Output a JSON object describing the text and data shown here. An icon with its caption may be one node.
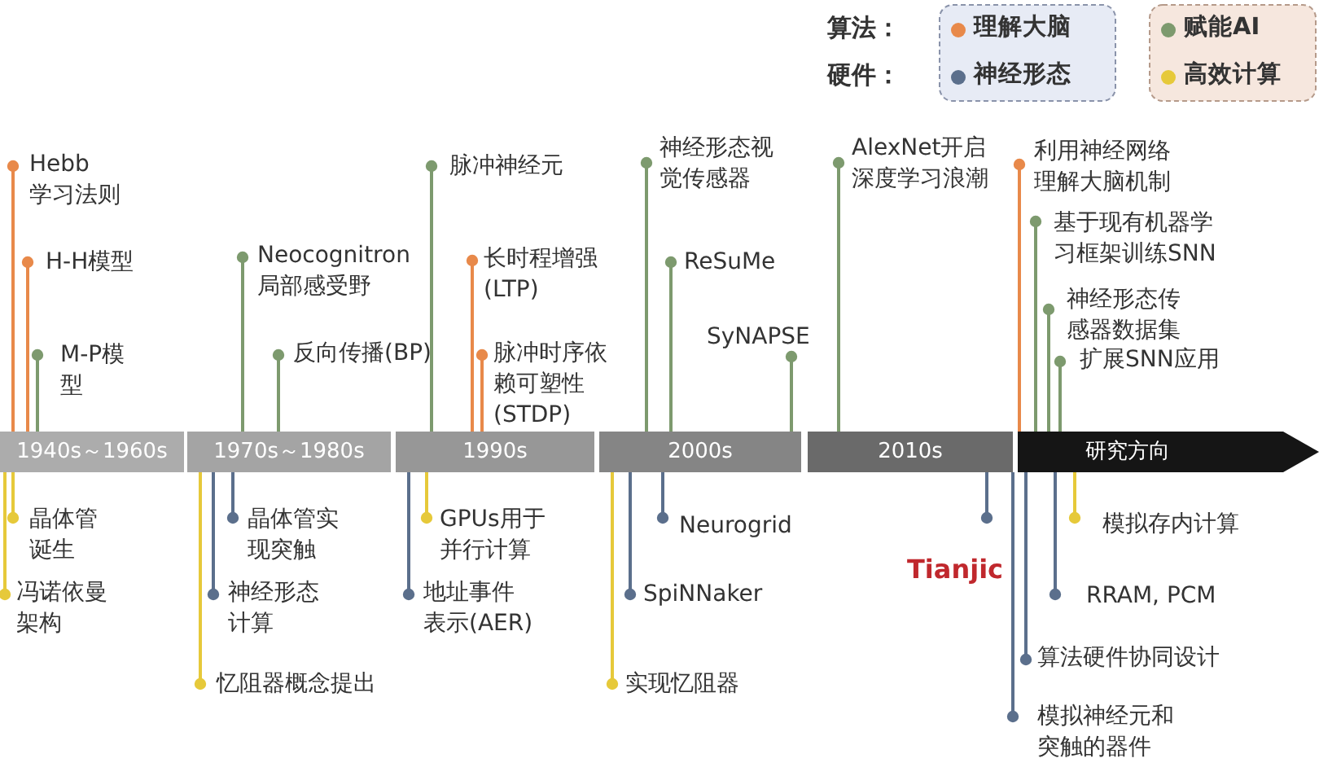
{
  "diagram": {
    "nodes": [
      {
        "text": [
          "1940s～1960s"
        ]
      },
      {
        "text": [
          "1970s～1980s"
        ]
      },
      {
        "text": [
          "1990s"
        ]
      },
      {
        "text": [
          "2000s"
        ]
      },
      {
        "text": [
          "2010s"
        ]
      },
      {
        "text": [
          "研究方向"
        ]
      },
      {
        "text": [
          "Hebb 学习法则"
        ]
      },
      {
        "text": [
          "H-H模型"
        ]
      },
      {
        "text": [
          "M-P模型"
        ]
      },
      {
        "text": [
          "Neocognitron 局部感受野"
        ]
      },
      {
        "text": [
          "反向传播(BP)"
        ]
      },
      {
        "text": [
          "脉冲神经元"
        ]
      },
      {
        "text": [
          "长时程增强(LTP)"
        ]
      },
      {
        "text": [
          "脉冲时序依赖可塑性(STDP)"
        ]
      },
      {
        "text": [
          "神经形态视觉传感器"
        ]
      },
      {
        "text": [
          "ReSuMe"
        ]
      },
      {
        "text": [
          "SyNAPSE"
        ]
      },
      {
        "text": [
          "AlexNet开启深度学习浪潮"
        ]
      },
      {
        "text": [
          "利用神经网络理解大脑机制"
        ]
      },
      {
        "text": [
          "基于现有机器学习框架训练SNN"
        ]
      },
      {
        "text": [
          "神经形态传感器数据集"
        ]
      },
      {
        "text": [
          "扩展SNN应用"
        ]
      },
      {
        "text": [
          "晶体管诞生"
        ]
      },
      {
        "text": [
          "冯诺依曼架构"
        ]
      },
      {
        "text": [
          "晶体管实现突触"
        ]
      },
      {
        "text": [
          "神经形态计算"
        ]
      },
      {
        "text": [
          "忆阻器概念提出"
        ]
      },
      {
        "text": [
          "GPUs用于并行计算"
        ]
      },
      {
        "text": [
          "地址事件表示(AER)"
        ]
      },
      {
        "text": [
          "Neurogrid"
        ]
      },
      {
        "text": [
          "SpiNNaker"
        ]
      },
      {
        "text": [
          "实现忆阻器"
        ]
      },
      {
        "text": [
          "Tianjic"
        ]
      },
      {
        "text": [
          "模拟存内计算"
        ]
      },
      {
        "text": [
          "RRAM, PCM"
        ]
      },
      {
        "text": [
          "算法硬件协同设计"
        ]
      },
      {
        "text": [
          "模拟神经元和突触的器件"
        ]
      }
    ],
    "edges": [
      {
        "from": 6,
        "to": 0,
        "arrow": "other",
        "color": "#e8894a"
      },
      {
        "from": 7,
        "to": 0,
        "arrow": "other",
        "color": "#e8894a"
      },
      {
        "from": 8,
        "to": 0,
        "arrow": "other"
      },
      {
        "from": 9,
        "to": 1,
        "arrow": "other"
      },
      {
        "from": 10,
        "to": 1,
        "arrow": "other"
      },
      {
        "from": 11,
        "to": 2,
        "arrow": "other"
      },
      {
        "from": 12,
        "to": 2,
        "arrow": "other",
        "color": "#e8894a"
      },
      {
        "from": 13,
        "to": 2,
        "arrow": "other",
        "color": "#e8894a"
      },
      {
        "from": 14,
        "to": 3,
        "arrow": "other"
      },
      {
        "from": 15,
        "to": 3,
        "arrow": "other"
      },
      {
        "from": 16,
        "to": 3,
        "arrow": "other"
      },
      {
        "from": 17,
        "to": 4,
        "arrow": "other"
      },
      {
        "from": 18,
        "to": 5,
        "arrow": "other",
        "color": "#e8894a"
      },
      {
        "from": 19,
        "to": 5,
        "arrow": "other"
      },
      {
        "from": 20,
        "to": 5,
        "arrow": "other"
      },
      {
        "from": 21,
        "to": 5,
        "arrow": "other"
      },
      {
        "from": 22,
        "to": 0,
        "arrow": "other",
        "color": "#e6c93a"
      },
      {
        "from": 23,
        "to": 0,
        "arrow": "other",
        "color": "#e6c93a"
      },
      {
        "from": 24,
        "to": 1,
        "arrow": "other",
        "color": "#5b6f8c"
      },
      {
        "from": 25,
        "to": 1,
        "arrow": "other",
        "color": "#5b6f8c"
      },
      {
        "from": 26,
        "to": 1,
        "arrow": "other",
        "color": "#e6c93a"
      },
      {
        "from": 27,
        "to": 2,
        "arrow": "other",
        "color": "#e6c93a"
      },
      {
        "from": 28,
        "to": 2,
        "arrow": "other",
        "color": "#5b6f8c"
      },
      {
        "from": 29,
        "to": 3,
        "arrow": "other",
        "color": "#5b6f8c"
      },
      {
        "from": 30,
        "to": 3,
        "arrow": "other",
        "color": "#5b6f8c"
      },
      {
        "from": 31,
        "to": 3,
        "arrow": "other",
        "color": "#e6c93a"
      },
      {
        "from": 32,
        "to": 4,
        "arrow": "other",
        "color": "#5b6f8c"
      },
      {
        "from": 33,
        "to": 5,
        "arrow": "other",
        "color": "#e6c93a"
      },
      {
        "from": 34,
        "to": 5,
        "arrow": "other",
        "color": "#5b6f8c"
      },
      {
        "from": 35,
        "to": 5,
        "arrow": "other",
        "color": "#5b6f8c"
      },
      {
        "from": 36,
        "to": 4,
        "arrow": "other",
        "color": "#5b6f8c"
      }
    ],
    "labels": [
      "算法：",
      "硬件："
    ],
    "legend": [
      {
        "text": "理解大脑",
        "color": "#e8894a"
      },
      {
        "text": "赋能AI",
        "color": "#7d9a6e"
      },
      {
        "text": "神经形态",
        "color": "#5b6f8c"
      },
      {
        "text": "高效计算",
        "color": "#e6c93a"
      }
    ]
  }
}
